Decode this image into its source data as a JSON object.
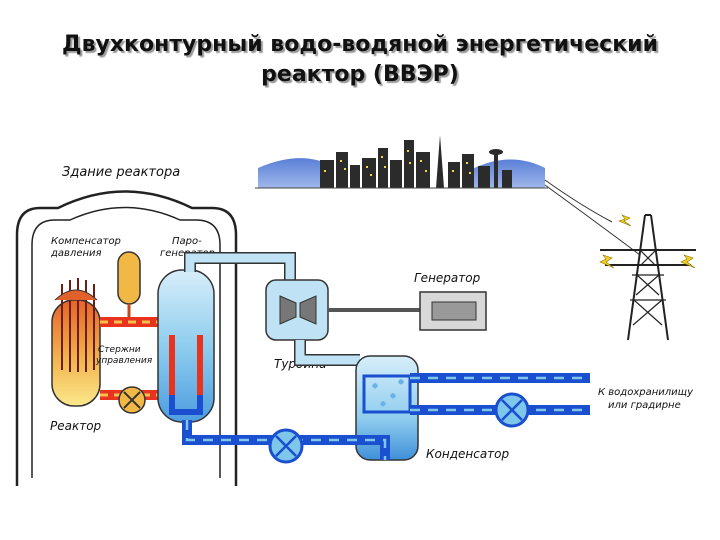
{
  "title": {
    "line1": "Двухконтурный водо-водяной энергетический",
    "line2": "реактор (ВВЭР)"
  },
  "labels": {
    "building": "Здание реактора",
    "pressurizer_1": "Компенсатор",
    "pressurizer_2": "давления",
    "steam_gen_1": "Паро-",
    "steam_gen_2": "генератор",
    "rods_1": "Стержни",
    "rods_2": "управления",
    "reactor": "Реактор",
    "turbine": "Турбина",
    "generator": "Генератор",
    "condenser": "Конденсатор",
    "outlet_1": "К водохранилищу",
    "outlet_2": "или градирне"
  },
  "colors": {
    "hot_loop": "#e8331e",
    "hot_fill": "#f3c46a",
    "steam": "#bfe3f5",
    "water_dark": "#1a4fd0",
    "water_light": "#7ec6ea",
    "building_outline": "#222222"
  }
}
